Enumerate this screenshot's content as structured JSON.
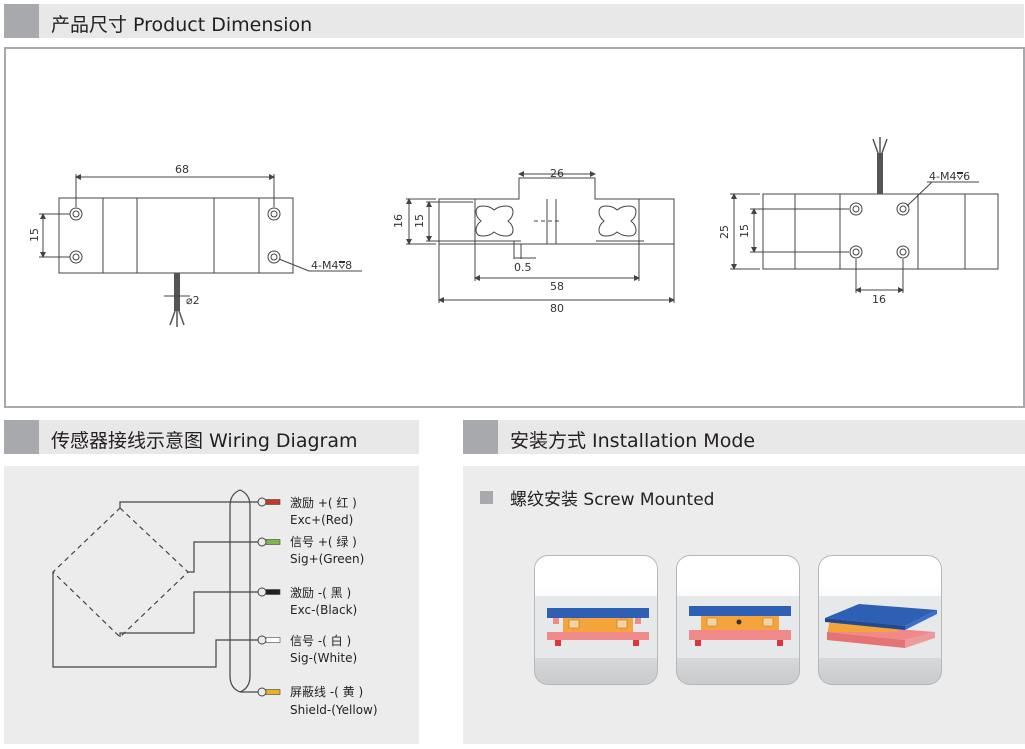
{
  "sections": {
    "dimension": {
      "title": "产品尺寸 Product Dimension"
    },
    "wiring": {
      "title": "传感器接线示意图 Wiring Diagram"
    },
    "installation": {
      "title": "安装方式 Installation Mode",
      "mode": "螺纹安装 Screw Mounted"
    }
  },
  "dims": {
    "top": {
      "width": "68",
      "height": "15",
      "hole": "4-M4",
      "depth": "8",
      "cable": "2"
    },
    "side": {
      "h1": "16",
      "h2": "15",
      "top": "26",
      "gap": "0.5",
      "inner": "58",
      "total": "80"
    },
    "bottom": {
      "h1": "25",
      "h2": "15",
      "hole": "4-M4",
      "depth": "6",
      "spacing": "16"
    }
  },
  "wiring": {
    "wires": [
      {
        "cn": "激励 +( 红 )",
        "en": "Exc+(Red)",
        "color": "#c0392b"
      },
      {
        "cn": "信号 +( 绿 )",
        "en": "Sig+(Green)",
        "color": "#7ab648"
      },
      {
        "cn": "激励 -( 黑 )",
        "en": "Exc-(Black)",
        "color": "#231f20"
      },
      {
        "cn": "信号 -( 白 )",
        "en": "Sig-(White)",
        "color": "#ffffff"
      },
      {
        "cn": "屏蔽线 -( 黄 )",
        "en": "Shield-(Yellow)",
        "color": "#e6b422"
      }
    ]
  },
  "colors": {
    "header_bg": "#e8e8e9",
    "header_square": "#a7a9ac",
    "panel_bg": "#ececed",
    "plate": "#2d5fb5",
    "cell": "#f4a43a",
    "base": "#f08a8a"
  }
}
